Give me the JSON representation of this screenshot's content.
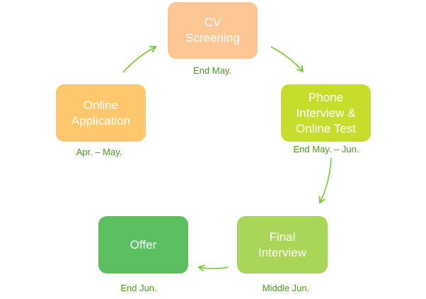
{
  "steps": [
    {
      "label": "CV\nScreening",
      "timing": "End May.",
      "color": "#fcc795"
    },
    {
      "label": "Phone\nInterview &\nOnline Test",
      "timing": "End May. – Jun.",
      "color": "#c6de2b"
    },
    {
      "label": "Final\nInterview",
      "timing": "Middle Jun.",
      "color": "#a9d558"
    },
    {
      "label": "Offer",
      "timing": "End Jun.",
      "color": "#5cbf62"
    },
    {
      "label": "Online\nApplication",
      "timing": "Apr. – May.",
      "color": "#fec76c"
    }
  ],
  "arrow_color": "#78c832",
  "caption_color": "#4a9a1f"
}
